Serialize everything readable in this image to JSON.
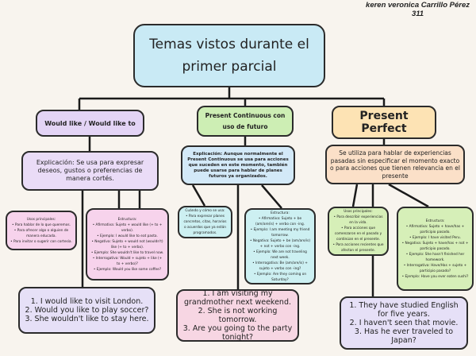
{
  "author": {
    "name": "keren veronica Carrillo Pérez",
    "group": "311"
  },
  "title": [
    "Temas vistos durante el",
    "primer parcial"
  ],
  "topics": [
    {
      "label": "Would like / Would like to",
      "explanation": "Explicación: Se usa para expresar deseos, gustos o preferencias de manera cortés.",
      "uses": [
        "Usos principales:",
        "• Para hablar de lo que queremos.",
        "• Para ofrecer algo o alguien de manera educada.",
        "• Para invitar o sugerir con cortesía."
      ],
      "structure": [
        "Estructura:",
        "• Afirmativa: Sujeto + would like (+ to + verbo).",
        "• Ejemplo: I would like to eat pasta.",
        "• Negativa: Sujeto + would not (wouldn't) like (+ to + verbo).",
        "• Ejemplo: She wouldn't like to travel now.",
        "• Interrogativa: Would + sujeto + like (+ to + verbo)?",
        "• Ejemplo: Would you like some coffee?"
      ],
      "examples": [
        "1. I would like to visit London.",
        "2. Would you like to play soccer?",
        "3. She wouldn't like to stay here."
      ]
    },
    {
      "label": "Present Continuous con uso de futuro",
      "explanation": "Explicación: Aunque normalmente el Present Continuous se usa para acciones que suceden en este momento, también puede usarse para hablar de planes futuros ya organizados.",
      "uses": [
        "Cuándo y cómo se usa:",
        "• Para expresar planes concretos, citas, horarios o acuerdos que ya están programados."
      ],
      "structure": [
        "Estructura:",
        "• Afirmativa: Sujeto + be (am/are/is) + verbo con -ing.",
        "• Ejemplo: I am meeting my friend tomorrow.",
        "• Negativa: Sujeto + be (am/are/is) + not + verbo con -ing.",
        "• Ejemplo: We are not traveling next week.",
        "• Interrogativa: Be (am/are/is) + sujeto + verbo con -ing?",
        "• Ejemplo: Are they coming on Saturday?"
      ],
      "examples": [
        "1. I am visiting my grandmother next weekend.",
        "2. She is not working tomorrow.",
        "3. Are you going to the party tonight?"
      ]
    },
    {
      "label": "Present Perfect",
      "explanation": "Se utiliza para hablar de experiencias pasadas sin especificar el momento exacto o para acciones que tienen relevancia en el presente",
      "uses": [
        "Usos principales:",
        "• Para describir experiencias en la vida.",
        "• Para acciones que comenzaron en el pasado y continúan en el presente.",
        "• Para acciones recientes que afectan el presente."
      ],
      "structure": [
        "Estructura:",
        "• Afirmativa: Sujeto + have/has + participio pasado.",
        "• Ejemplo: I have visited Peru.",
        "• Negativa: Sujeto + have/has + not + participio pasado.",
        "• Ejemplo: She hasn't finished her homework.",
        "• Interrogativa: Have/Has + sujeto + participio pasado?",
        "• Ejemplo: Have you ever eaten sushi?"
      ],
      "examples": [
        "1. They have studied English for five years.",
        "2. I haven't seen that movie.",
        "3. Has he ever traveled to Japan?"
      ]
    }
  ]
}
